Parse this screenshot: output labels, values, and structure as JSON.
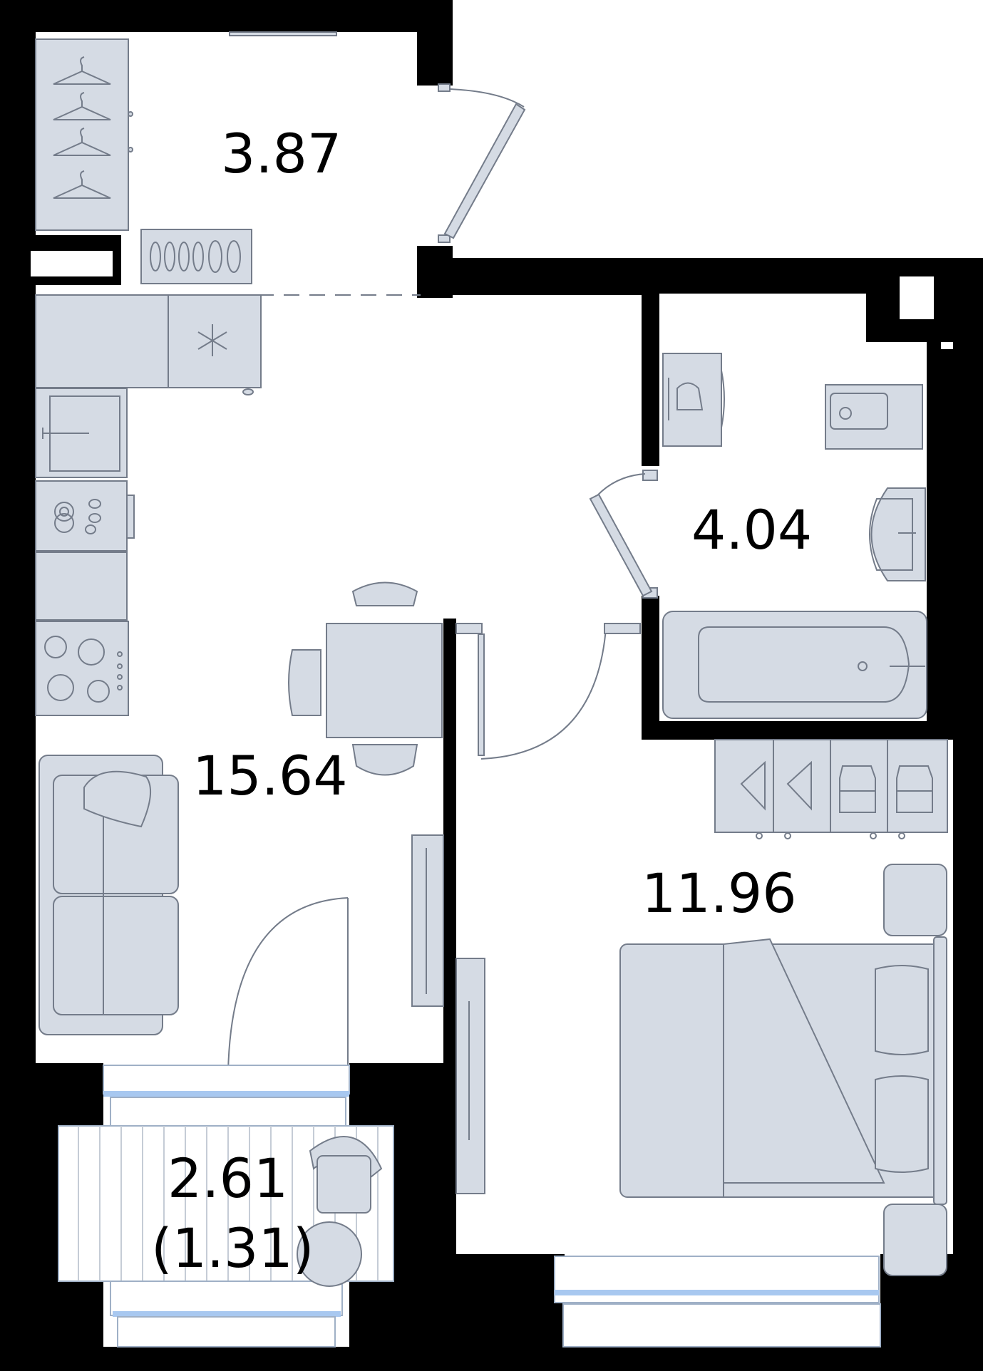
{
  "rooms": {
    "hallway": {
      "area": "3.87"
    },
    "living_kitchen": {
      "area": "15.64"
    },
    "bathroom": {
      "area": "4.04"
    },
    "bedroom": {
      "area": "11.96"
    },
    "balcony": {
      "area": "2.61",
      "area_reduced": "(1.31)"
    }
  },
  "icons": [
    "hanger-icon",
    "shoe-rack-icon",
    "snowflake-icon",
    "sink-icon",
    "cooktop-icon",
    "toilet-icon",
    "washbasin-icon",
    "bathtub-icon",
    "washing-machine-icon",
    "shirt-icon",
    "bed-icon",
    "pillow-icon",
    "sofa-icon",
    "chair-icon",
    "table-icon",
    "tv-icon",
    "door-icon",
    "window-icon"
  ],
  "colors": {
    "wall": "#000000",
    "furniture_fill": "#d5dbe4",
    "furniture_stroke": "#747c8a",
    "window_glass": "#a8c8f0"
  }
}
